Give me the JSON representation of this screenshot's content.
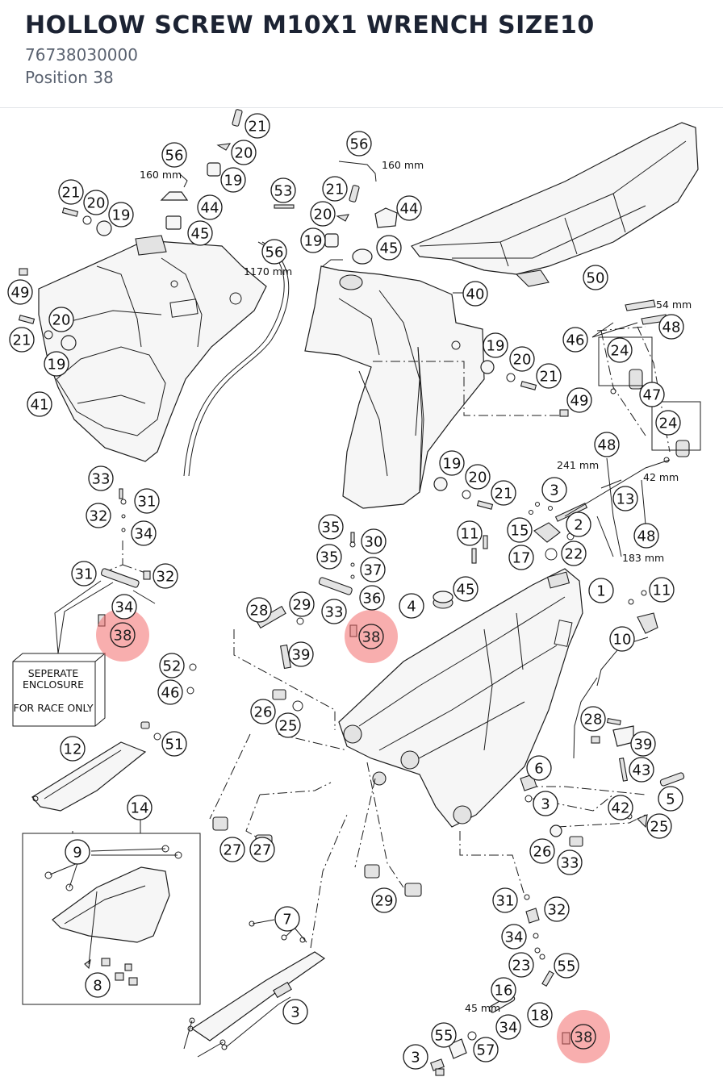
{
  "header": {
    "title": "HOLLOW SCREW M10X1 WRENCH SIZE10",
    "part_number": "76738030000",
    "position": "Position 38"
  },
  "colors": {
    "highlight": "#f36b6b",
    "line": "#1d1d1d",
    "title": "#1c2333"
  },
  "notes": {
    "tube_160a": "160 mm",
    "tube_160b": "160 mm",
    "tube_1170": "1170 mm",
    "dim_54": "54 mm",
    "dim_241": "241 mm",
    "dim_42": "42 mm",
    "dim_183": "183 mm",
    "dim_45": "45 mm",
    "enclosure_line1": "SEPERATE",
    "enclosure_line2": "ENCLOSURE",
    "enclosure_line3": "FOR RACE ONLY"
  },
  "callouts": [
    "21",
    "20",
    "19",
    "56",
    "44",
    "45",
    "21",
    "20",
    "19",
    "49",
    "21",
    "20",
    "19",
    "41",
    "53",
    "56",
    "21",
    "20",
    "19",
    "56",
    "44",
    "45",
    "40",
    "50",
    "46",
    "48",
    "24",
    "47",
    "24",
    "19",
    "20",
    "21",
    "49",
    "48",
    "13",
    "48",
    "3",
    "2",
    "19",
    "20",
    "21",
    "15",
    "17",
    "22",
    "11",
    "33",
    "31",
    "32",
    "34",
    "35",
    "30",
    "35",
    "37",
    "36",
    "33",
    "31",
    "32",
    "34",
    "4",
    "45",
    "1",
    "11",
    "10",
    "28",
    "29",
    "39",
    "52",
    "46",
    "26",
    "25",
    "12",
    "51",
    "14",
    "9",
    "8",
    "27",
    "27",
    "29",
    "28",
    "39",
    "43",
    "5",
    "6",
    "3",
    "42",
    "25",
    "26",
    "33",
    "31",
    "32",
    "34",
    "23",
    "55",
    "16",
    "34",
    "18",
    "55",
    "57",
    "3",
    "7",
    "3"
  ],
  "highlight_callouts": [
    "38",
    "38",
    "38"
  ]
}
